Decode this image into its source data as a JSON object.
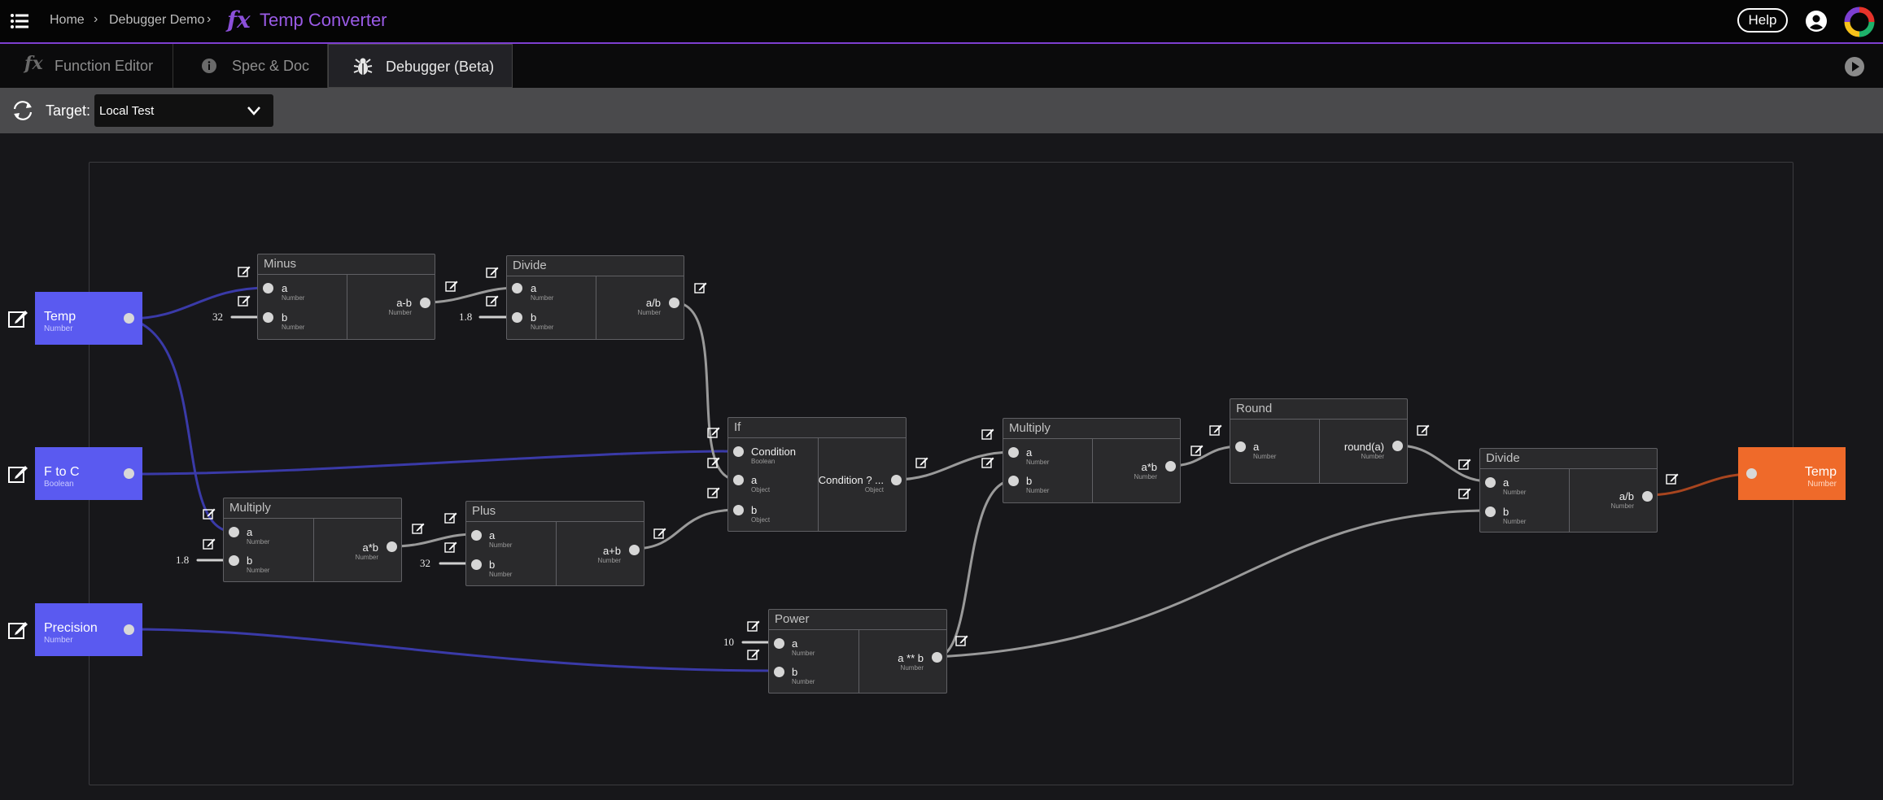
{
  "topbar": {
    "breadcrumb": [
      "Home",
      "Debugger Demo"
    ],
    "title": "Temp Converter",
    "help_label": "Help",
    "accent": "#7d3fd1"
  },
  "tabs": [
    {
      "label": "Function Editor",
      "icon": "fx-icon"
    },
    {
      "label": "Spec & Doc",
      "icon": "info-icon"
    },
    {
      "label": "Debugger (Beta)",
      "icon": "bug-icon",
      "active": true
    }
  ],
  "target": {
    "label": "Target:",
    "value": "Local Test"
  },
  "inputs": [
    {
      "name": "Temp",
      "type": "Number"
    },
    {
      "name": "F to C",
      "type": "Boolean"
    },
    {
      "name": "Precision",
      "type": "Number"
    }
  ],
  "output": {
    "name": "Temp",
    "type": "Number"
  },
  "nodes": {
    "minus": {
      "title": "Minus",
      "in": [
        {
          "n": "a",
          "t": "Number"
        },
        {
          "n": "b",
          "t": "Number"
        }
      ],
      "out": {
        "n": "a-b",
        "t": "Number"
      },
      "const_b": "32"
    },
    "divide1": {
      "title": "Divide",
      "in": [
        {
          "n": "a",
          "t": "Number"
        },
        {
          "n": "b",
          "t": "Number"
        }
      ],
      "out": {
        "n": "a/b",
        "t": "Number"
      },
      "const_b": "1.8"
    },
    "if": {
      "title": "If",
      "in": [
        {
          "n": "Condition",
          "t": "Boolean"
        },
        {
          "n": "a",
          "t": "Object"
        },
        {
          "n": "b",
          "t": "Object"
        }
      ],
      "out": {
        "n": "Condition ? ...",
        "t": "Object"
      }
    },
    "multiply1": {
      "title": "Multiply",
      "in": [
        {
          "n": "a",
          "t": "Number"
        },
        {
          "n": "b",
          "t": "Number"
        }
      ],
      "out": {
        "n": "a*b",
        "t": "Number"
      }
    },
    "round": {
      "title": "Round",
      "in": [
        {
          "n": "a",
          "t": "Number"
        }
      ],
      "out": {
        "n": "round(a)",
        "t": "Number"
      }
    },
    "divide2": {
      "title": "Divide",
      "in": [
        {
          "n": "a",
          "t": "Number"
        },
        {
          "n": "b",
          "t": "Number"
        }
      ],
      "out": {
        "n": "a/b",
        "t": "Number"
      }
    },
    "multiply2": {
      "title": "Multiply",
      "in": [
        {
          "n": "a",
          "t": "Number"
        },
        {
          "n": "b",
          "t": "Number"
        }
      ],
      "out": {
        "n": "a*b",
        "t": "Number"
      },
      "const_b": "1.8"
    },
    "plus": {
      "title": "Plus",
      "in": [
        {
          "n": "a",
          "t": "Number"
        },
        {
          "n": "b",
          "t": "Number"
        }
      ],
      "out": {
        "n": "a+b",
        "t": "Number"
      },
      "const_b": "32"
    },
    "power": {
      "title": "Power",
      "in": [
        {
          "n": "a",
          "t": "Number"
        },
        {
          "n": "b",
          "t": "Number"
        }
      ],
      "out": {
        "n": "a ** b",
        "t": "Number"
      },
      "const_a": "10"
    }
  },
  "colors": {
    "input_node": "#5a5af0",
    "output_node": "#ef6a2a",
    "wire_blue": "#3b3bb0",
    "wire_gray": "#9a9a9a",
    "wire_orange": "#a8451f"
  }
}
